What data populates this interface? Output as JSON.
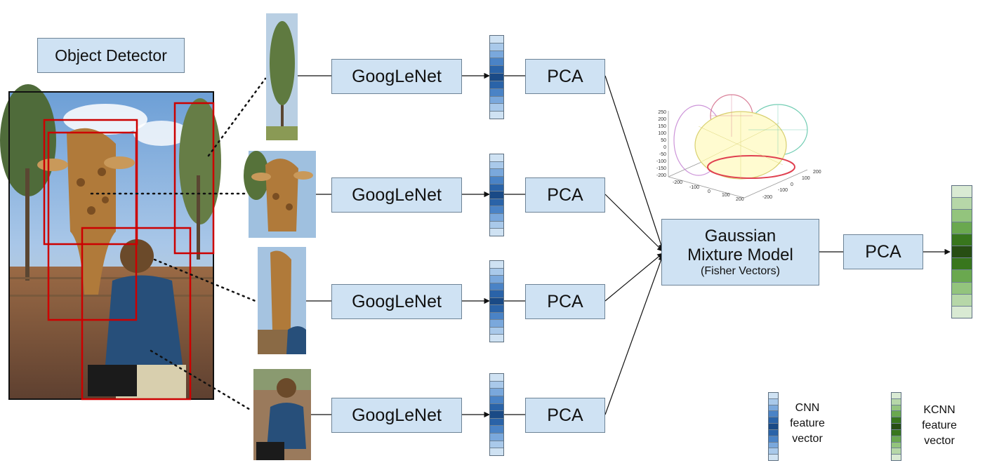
{
  "object_detector": {
    "label": "Object Detector"
  },
  "pipeline": {
    "rows": [
      {
        "cnn_label": "GoogLeNet",
        "pca_label": "PCA"
      },
      {
        "cnn_label": "GoogLeNet",
        "pca_label": "PCA"
      },
      {
        "cnn_label": "GoogLeNet",
        "pca_label": "PCA"
      },
      {
        "cnn_label": "GoogLeNet",
        "pca_label": "PCA"
      }
    ]
  },
  "gmm": {
    "line1": "Gaussian",
    "line2": "Mixture Model",
    "sub": "(Fisher Vectors)"
  },
  "final_pca": {
    "label": "PCA"
  },
  "legend": {
    "cnn": {
      "line1": "CNN",
      "line2": "feature",
      "line3": "vector"
    },
    "kcnn": {
      "line1": "KCNN",
      "line2": "feature",
      "line3": "vector"
    }
  },
  "plot_ticks": {
    "z": [
      "250",
      "200",
      "150",
      "100",
      "50",
      "0",
      "-50",
      "-100",
      "-150",
      "-200"
    ],
    "x": [
      "-200",
      "-100",
      "0",
      "100",
      "200"
    ],
    "y": [
      "-200",
      "-100",
      "0",
      "100",
      "200"
    ]
  },
  "colors": {
    "box_fill": "#cfe2f3",
    "detection_box": "#cc0000",
    "cnn_vector_gradient": [
      "#cfe2f3",
      "#a9c9ea",
      "#7aa8dc",
      "#4a83c6",
      "#2a63a8",
      "#1a4a86",
      "#2a63a8",
      "#4a83c6",
      "#7aa8dc",
      "#a9c9ea",
      "#cfe2f3"
    ],
    "kcnn_vector_gradient": [
      "#d9ead3",
      "#b6d7a8",
      "#93c47d",
      "#6aa84f",
      "#38761d",
      "#274e13",
      "#38761d",
      "#6aa84f",
      "#93c47d",
      "#b6d7a8",
      "#d9ead3"
    ]
  }
}
